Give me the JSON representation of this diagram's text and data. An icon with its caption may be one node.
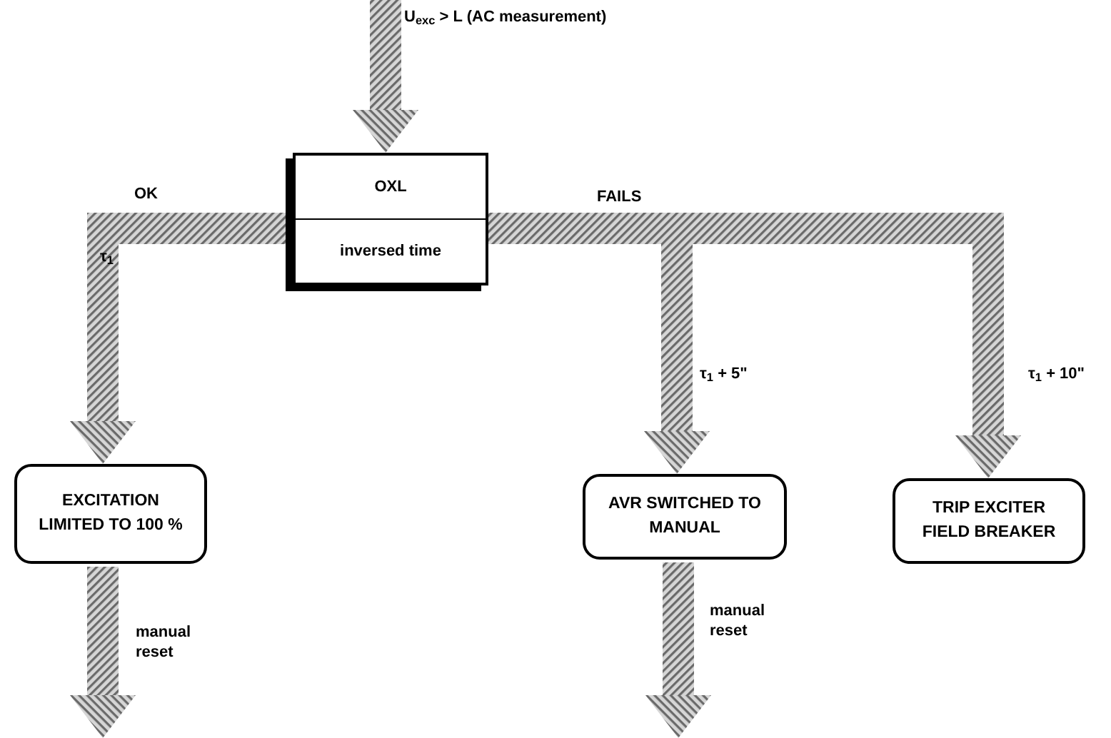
{
  "diagram": {
    "nodes": [
      {
        "text": [
          "OXL",
          "inversed time"
        ]
      },
      {
        "text": [
          "EXCITATION LIMITED TO 100 %"
        ]
      },
      {
        "text": [
          "AVR SWITCHED TO MANUAL"
        ]
      },
      {
        "text": [
          "TRIP EXCITER FIELD BREAKER"
        ]
      }
    ],
    "edges": [
      {
        "from": null,
        "to": 0,
        "arrow": "to",
        "label": "U$_{exc}$ > L (AC measurement)"
      },
      {
        "from": 0,
        "to": 1,
        "arrow": "to",
        "label": "OK"
      },
      {
        "from": 0,
        "to": 2,
        "arrow": "to",
        "label": "τ$_{1}$ + 5\""
      },
      {
        "from": 0,
        "to": 3,
        "arrow": "to",
        "label": "τ$_{1}$ + 10\""
      },
      {
        "from": 1,
        "to": null,
        "arrow": "to",
        "label": "manual reset"
      },
      {
        "from": 2,
        "to": null,
        "arrow": "to",
        "label": "manual reset"
      }
    ],
    "labels": [
      "τ$_{1}$",
      "FAILS"
    ]
  }
}
